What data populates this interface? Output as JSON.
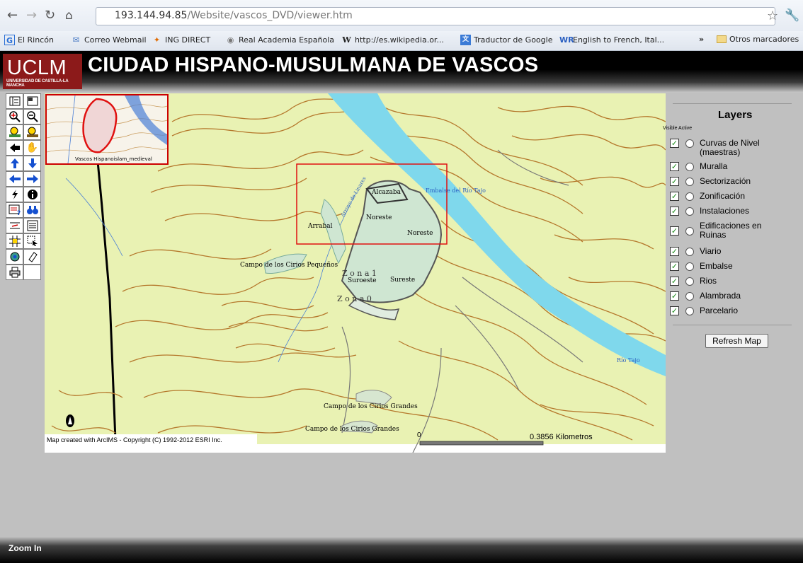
{
  "browser": {
    "url_host": "193.144.94.85",
    "url_path": "/Website/vascos_DVD/viewer.htm",
    "bookmarks": [
      {
        "label": "El Rincón",
        "icon": "google-icon"
      },
      {
        "label": "Correo Webmail",
        "icon": "mail-icon"
      },
      {
        "label": "ING DIRECT",
        "icon": "ing-icon"
      },
      {
        "label": "Real Academia Española",
        "icon": "rae-icon"
      },
      {
        "label": "http://es.wikipedia.or...",
        "icon": "wikipedia-icon"
      },
      {
        "label": "Traductor de Google",
        "icon": "translate-icon"
      },
      {
        "label": "English to French, Ital...",
        "icon": "wordreference-icon"
      }
    ],
    "other_bookmarks": "Otros marcadores",
    "chevron": "»"
  },
  "header": {
    "logo_main": "UCLM",
    "logo_sub": "UNIVERSIDAD DE CASTILLA-LA MANCHA",
    "title": "CIUDAD HISPANO-MUSULMANA DE VASCOS"
  },
  "toolbar": {
    "icons": [
      "toggle-legend-icon",
      "toggle-overview-icon",
      "zoom-in-icon",
      "zoom-out-icon",
      "zoom-active-icon",
      "zoom-last-icon",
      "back-extent-icon",
      "pan-icon",
      "pan-north-icon",
      "pan-south-icon",
      "pan-west-icon",
      "pan-east-icon",
      "hyperlink-icon",
      "identify-icon",
      "query-icon",
      "find-icon",
      "measure-icon",
      "set-units-icon",
      "select-rectangle-icon",
      "select-shape-icon",
      "buffer-icon",
      "clear-selection-icon",
      "print-icon",
      "blank"
    ]
  },
  "map": {
    "overview_label": "Vascos Hispanoislam_medieval",
    "labels": {
      "alcazaba": "Alcazaba",
      "noreste1": "Noreste",
      "noreste2": "Noreste",
      "arrabal": "Arrabal",
      "arroyo": "Arroyo de Linares",
      "embalse": "Embalse del Río Tajo",
      "cirios_peq": "Campo de los Cirios Pequeños",
      "zona1": "Z o n a 1",
      "suroeste": "Suroeste",
      "sureste": "Sureste",
      "zona0": "Z o n a 0",
      "cirios_gr1": "Campo de los Cirios Grandes",
      "cirios_gr2": "Campo de los Cirios Grandes",
      "tajo": "Río Tajo"
    },
    "scale_zero": "0",
    "scale_label": "0.3856 Kilometros",
    "copyright": "Map created with ArcIMS - Copyright (C) 1992-2012 ESRI Inc.",
    "colors": {
      "land": "#e9f2b3",
      "contour": "#b5782c",
      "water": "#7fd8ec",
      "city": "#cfe6d2",
      "extent_box": "#e01010"
    }
  },
  "layers": {
    "title": "Layers",
    "subtitle": "Visible Active",
    "items": [
      {
        "label": "Curvas de Nivel (maestras)",
        "visible": true
      },
      {
        "label": "Muralla",
        "visible": true
      },
      {
        "label": "Sectorización",
        "visible": true
      },
      {
        "label": "Zonificación",
        "visible": true
      },
      {
        "label": "Instalaciones",
        "visible": true
      },
      {
        "label": "Edificaciones en Ruinas",
        "visible": true
      },
      {
        "label": "Viario",
        "visible": true
      },
      {
        "label": "Embalse",
        "visible": true
      },
      {
        "label": "Rios",
        "visible": true
      },
      {
        "label": "Alambrada",
        "visible": true
      },
      {
        "label": "Parcelario",
        "visible": true
      }
    ],
    "refresh_label": "Refresh Map"
  },
  "status": {
    "text": "Zoom In"
  }
}
